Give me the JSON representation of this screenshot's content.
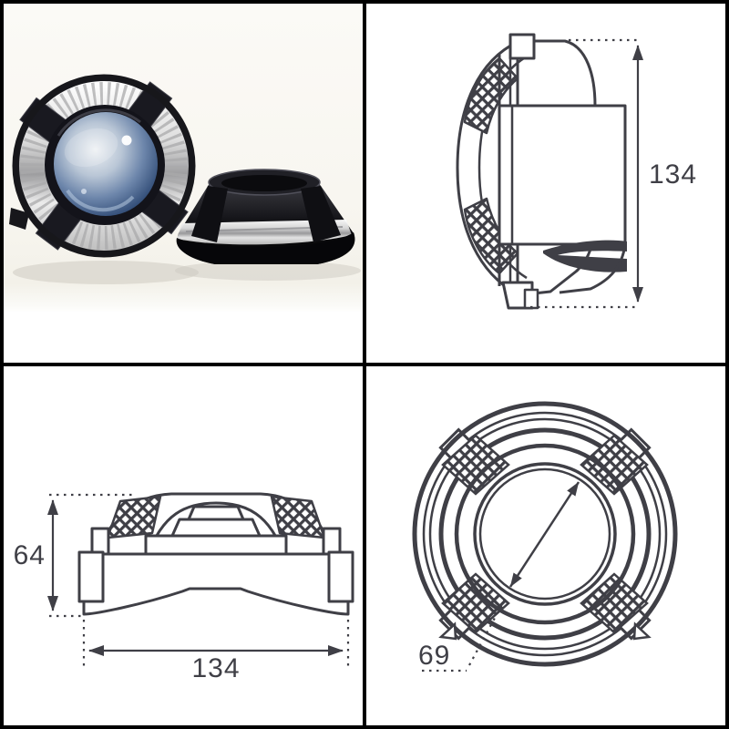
{
  "page": {
    "title": "Projector lens shroud dimension sheet",
    "layout": "2x2-grid",
    "frame_color": "#000000",
    "panel_background": "#ffffff"
  },
  "colors": {
    "drawing_line": "#3f3f46",
    "dimension_text": "#3f3f46",
    "photo_background": "#faf8f2",
    "product_black": "#141418",
    "chrome_accent": "#d8d8d8",
    "lens_blue": "#41639b"
  },
  "panels": {
    "photo": {
      "label": "product-photo",
      "subject": "Two gloss black projector lens shrouds: one facing camera with blue tinted lens and X-brace bezel, one lying tilted showing chrome side windows"
    },
    "side_view": {
      "label": "side-view-drawing",
      "dimensions": {
        "height": {
          "value": "134",
          "orientation": "vertical"
        }
      }
    },
    "front_elevation": {
      "label": "elevation-drawing",
      "dimensions": {
        "height": {
          "value": "64",
          "orientation": "vertical"
        },
        "width": {
          "value": "134",
          "orientation": "horizontal"
        }
      }
    },
    "face_view": {
      "label": "face-view-drawing",
      "dimensions": {
        "lens_opening_diameter": {
          "value": "69",
          "orientation": "diagonal"
        }
      }
    }
  }
}
